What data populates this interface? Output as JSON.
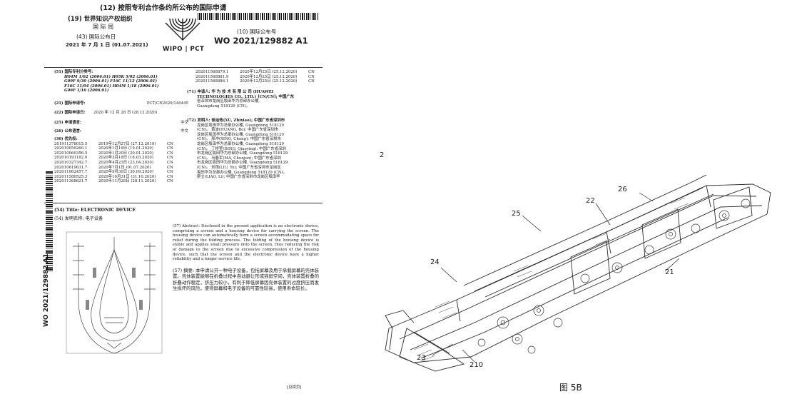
{
  "header": {
    "title": "(12) 按照专利合作条约所公布的国际申请",
    "org_num": "(19) 世界知识产权组织",
    "org_sub": "国 际 局",
    "pubdate_label": "(43) 国际公布日",
    "pubdate_value": "2021 年 7 月 1 日 (01.07.2021)",
    "logo_text": "WIPO | PCT",
    "pubno_label": "(10) 国际公布号",
    "pubno_value": "WO 2021/129882 A1"
  },
  "left_fields": {
    "ipc_label": "(51) 国际专利分类号:",
    "ipc_lines": [
      "H04M 1/02 (2006.01)      H05K 5/02 (2006.01)",
      "G09F 9/30 (2006.01)      F16C 11/12 (2006.01)",
      "F16C 11/04 (2006.01)     H04M 1/18 (2006.01)",
      "G06F 1/16 (2006.01)"
    ],
    "app_no_label": "(21) 国际申请号:",
    "app_no_value": "PCT/CN2020/140445",
    "filing_label": "(22) 国际申请日:",
    "filing_value": "2020 年 12 月 28 日 (28.12.2020)",
    "lang_label": "(25) 申请语言:",
    "lang_value": "中文",
    "pub_lang_label": "(26) 公布语言:",
    "pub_lang_value": "中文",
    "priority_label": "(30) 优先权:",
    "priority": [
      [
        "201911378015.5",
        "2019年12月27日 (27.12.2019)",
        "CN"
      ],
      [
        "202010059260.1",
        "2020年1月19日 (19.01.2020)",
        "CN"
      ],
      [
        "202010060356.5",
        "2020年1月20日 (20.01.2020)",
        "CN"
      ],
      [
        "202010191182.0",
        "2020年3月18日 (18.03.2020)",
        "CN"
      ],
      [
        "202010327342.7",
        "2020年4月23日 (23.04.2020)",
        "CN"
      ],
      [
        "202010619631.7",
        "2020年7月1日 (01.07.2020)",
        "CN"
      ],
      [
        "202011062457.7",
        "2020年9月30日 (30.09.2020)",
        "CN"
      ],
      [
        "202011580525.3",
        "2020年10月31日 (31.10.2020)",
        "CN"
      ],
      [
        "202011368621.7",
        "2020年11月28日 (28.11.2020)",
        "CN"
      ]
    ]
  },
  "right_fields": {
    "priority_cont": [
      [
        "202011568879.1",
        "2020年12月25日 (25.12.2020)",
        "CN"
      ],
      [
        "202011568881.9",
        "2020年12月25日 (25.12.2020)",
        "CN"
      ],
      [
        "202011568886.1",
        "2020年12月25日 (25.12.2020)",
        "CN"
      ]
    ],
    "applicant": [
      "(71) 申请人: 华 为 技 术 有 限 公 司 (HUAWEI",
      "TECHNOLOGIES CO., LTD.) [CN/CN]; 中国广东",
      "省深圳市龙岗区坂田华为总部办公楼,",
      "Guangdong 518129 (CN)。"
    ],
    "inventors": [
      "(72) 发明人: 徐治效(XU, Zhixiao); 中国广东省深圳市",
      "龙岗区坂田华为总部办公楼, Guangdong 518129",
      "(CN)。 黄波(HUANG, Bo); 中国广东省深圳市",
      "龙岗区坂田华为总部办公楼, Guangdong 518129",
      "(CN)。 邢冲(XING, Chong); 中国广东省深圳市",
      "龙岗区坂田华为总部办公楼, Guangdong 518129",
      "(CN)。 丁桥莹(DING, Qiaoying); 中国广东省深圳",
      "市龙岗区坂田华为总部办公楼, Guangdong 518129",
      "(CN)。 马春军(MA, Chunjun); 中国广东省深圳",
      "市龙岗区坂田华为总部办公楼, Guangdong 518129",
      "(CN)。 刘雨(LIU, Yu); 中国广东省深圳市龙岗区",
      "坂田华为总部办公楼, Guangdong 518129 (CN)。",
      "廖立(LIAO, Li); 中国广东省深圳市龙岗区坂田华"
    ]
  },
  "titles": {
    "title_en": "(54) Title: ELECTRONIC DEVICE",
    "title_cn": "(54) 发明名称: 电子设备"
  },
  "abstract": {
    "en": "(57) Abstract: Disclosed in the present application is an electronic device, comprising a screen and a housing device for carrying the screen. The housing device can automatically form a screen accommodating space for relief during the folding process. The folding of the housing device is stable and applies small pressure onto the screen, thus reducing the risk of damage to the screen due to excessive compression of the housing device, such that the screen and the electronic device have a higher reliability and a longer service life.",
    "cn": "(57) 摘要: 本申请公开一种电子设备，包括屏幕及用于承载屏幕的壳体装置。壳体装置能够在折叠过程中自动避让形成容屏空间，壳体装置折叠的折叠动作稳定，挤压力较小，有利于降低屏幕因壳体装置的过度挤压而发生损坏的风险，使得屏幕和电子设备的可靠性较高，使用寿命较长。"
  },
  "side_number": "WO 2021/129882 A1",
  "footer_note": "[见续页]",
  "figure": {
    "ref_2": "2",
    "callouts": [
      "26",
      "22",
      "25",
      "24",
      "21",
      "23",
      "210"
    ],
    "caption": "图 5B"
  }
}
